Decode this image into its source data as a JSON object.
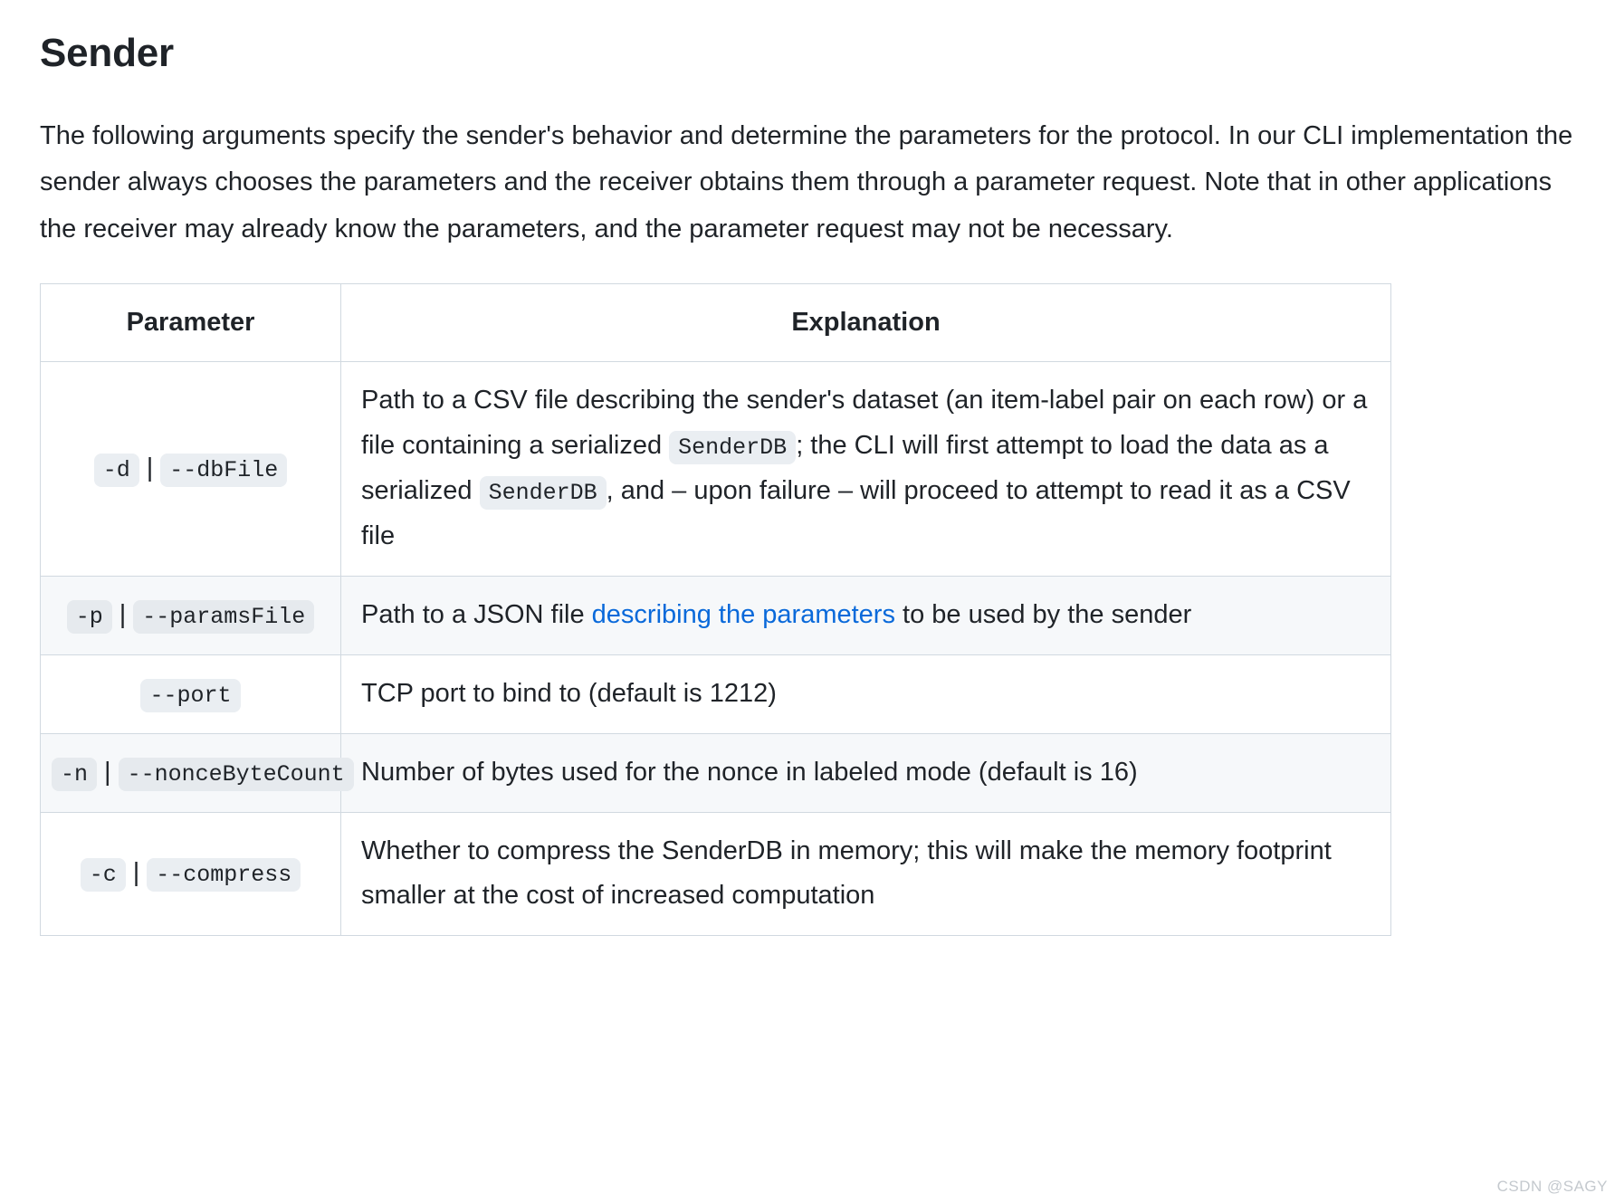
{
  "page_title": "Sender",
  "intro_paragraph": "The following arguments specify the sender's behavior and determine the parameters for the protocol. In our CLI implementation the sender always chooses the parameters and the receiver obtains them through a parameter request. Note that in other applications the receiver may already know the parameters, and the parameter request may not be necessary.",
  "table": {
    "headers": {
      "parameter": "Parameter",
      "explanation": "Explanation"
    },
    "rows": [
      {
        "short_flag": "-d",
        "separator": "|",
        "long_flag": "--dbFile",
        "explanation_parts": {
          "p1": "Path to a CSV file describing the sender's dataset (an item-label pair on each row) or a file containing a serialized ",
          "code1": "SenderDB",
          "p2": "; the CLI will first attempt to load the data as a serialized ",
          "code2": "SenderDB",
          "p3": ", and – upon failure – will proceed to attempt to read it as a CSV file"
        }
      },
      {
        "short_flag": "-p",
        "separator": "|",
        "long_flag": "--paramsFile",
        "explanation_parts": {
          "p1": "Path to a JSON file ",
          "link": "describing the parameters",
          "p2": " to be used by the sender"
        }
      },
      {
        "short_flag": "",
        "separator": "",
        "long_flag": "--port",
        "explanation_parts": {
          "p1": "TCP port to bind to (default is 1212)"
        }
      },
      {
        "short_flag": "-n",
        "separator": "|",
        "long_flag": "--nonceByteCount",
        "explanation_parts": {
          "p1": "Number of bytes used for the nonce in labeled mode (default is 16)"
        }
      },
      {
        "short_flag": "-c",
        "separator": "|",
        "long_flag": "--compress",
        "explanation_parts": {
          "p1": "Whether to compress the SenderDB in memory; this will make the memory footprint smaller at the cost of increased computation"
        }
      }
    ]
  },
  "watermark": "CSDN @SAGY",
  "colors": {
    "link": "#0969da",
    "border": "#d1d9e0",
    "alt_row_bg": "#f6f8fa",
    "code_bg": "#eaeef2",
    "text": "#1f2328"
  }
}
